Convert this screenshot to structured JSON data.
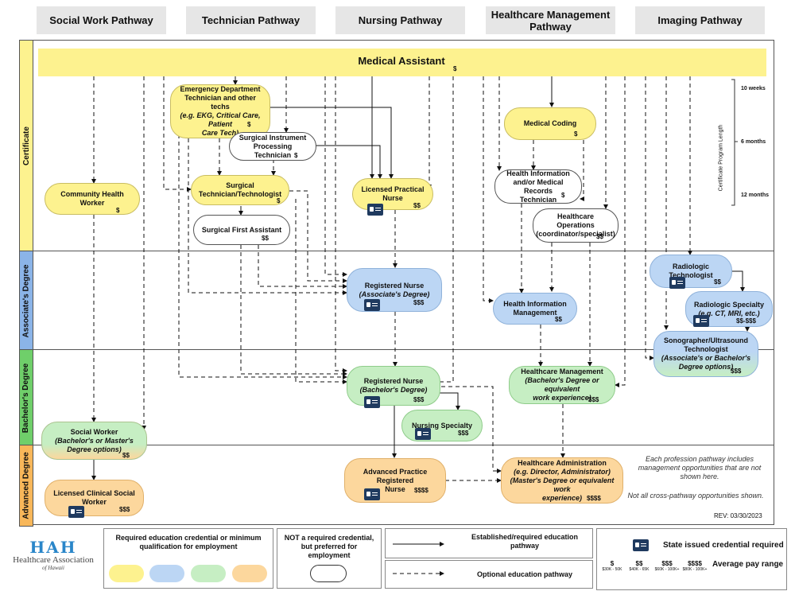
{
  "headers": [
    "Social Work Pathway",
    "Technician Pathway",
    "Nursing Pathway",
    "Healthcare Management Pathway",
    "Imaging Pathway"
  ],
  "rows": [
    "Certificate",
    "Associate's Degree",
    "Bachelor's Degree",
    "Advanced Degree"
  ],
  "top_bar": {
    "title": "Medical Assistant",
    "pay": "$"
  },
  "nodes": {
    "ed_tech": {
      "l1": "Emergency Department",
      "l2": "Technician and other techs",
      "l3": "(e.g. EKG, Critical Care, Patient",
      "l4": "Care Tech)",
      "pay": "$"
    },
    "surg_inst": {
      "l1": "Surgical Instrument",
      "l2": "Processing Technician",
      "pay": "$"
    },
    "surg_tech": {
      "l1": "Surgical",
      "l2": "Technician/Technologist",
      "pay": "$"
    },
    "surg_first": {
      "l1": "Surgical First Assistant",
      "pay": "$$"
    },
    "chw": {
      "l1": "Community Health Worker",
      "pay": "$"
    },
    "lpn": {
      "l1": "Licensed Practical Nurse",
      "pay": "$$"
    },
    "rn_assoc": {
      "l1": "Registered Nurse",
      "l2": "(Associate's Degree)",
      "pay": "$$$"
    },
    "rn_bach": {
      "l1": "Registered Nurse",
      "l2": "(Bachelor's Degree)",
      "pay": "$$$"
    },
    "nurse_spec": {
      "l1": "Nursing Specialty",
      "pay": "$$$"
    },
    "aprn": {
      "l1": "Advanced Practice Registered",
      "l2": "Nurse",
      "pay": "$$$$"
    },
    "med_coding": {
      "l1": "Medical Coding",
      "pay": "$"
    },
    "him_cert": {
      "l1": "Health Information",
      "l2": "and/or Medical Records",
      "l3": "Technician",
      "pay": "$"
    },
    "hc_ops": {
      "l1": "Healthcare Operations",
      "l2": "(coordinator/specialist)",
      "pay": "$$"
    },
    "him_assoc": {
      "l1": "Health Information",
      "l2": "Management",
      "pay": "$$"
    },
    "hc_mgmt": {
      "l1": "Healthcare Management",
      "l2": "(Bachelor's Degree or equivalent",
      "l3": "work experience)",
      "pay": "$$$"
    },
    "hc_admin": {
      "l1": "Healthcare Administration",
      "l2": "(e.g. Director, Administrator)",
      "l3": "(Master's Degree or equivalent work",
      "l4": "experience)",
      "pay": "$$$$"
    },
    "rad_tech": {
      "l1": "Radiologic Technologist",
      "pay": "$$"
    },
    "rad_spec": {
      "l1": "Radiologic Specialty",
      "l2": "(e.g. CT, MRI, etc.)",
      "pay": "$$-$$$"
    },
    "sono": {
      "l1": "Sonographer/Ultrasound",
      "l2": "Technologist",
      "l3": "(Associate's or Bachelor's",
      "l4": "Degree options)",
      "pay": "$$$"
    },
    "social_worker": {
      "l1": "Social Worker",
      "l2": "(Bachelor's or Master's",
      "l3": "Degree options)",
      "pay": "$$"
    },
    "lcsw": {
      "l1": "Licensed Clinical Social",
      "l2": "Worker",
      "pay": "$$$"
    }
  },
  "timeline": {
    "t1": "10 weeks",
    "t2": "6 months",
    "t3": "12 months",
    "label": "Certificate Program Length"
  },
  "notes": {
    "n1": "Each profession pathway includes",
    "n2": "management opportunities that are not",
    "n3": "shown here.",
    "n4": "Not all cross-pathway opportunities shown.",
    "rev": "REV: 03/30/2023"
  },
  "legend": {
    "logo_line1": "Healthcare Association",
    "logo_line2": "of Hawaii",
    "logo_mark": "HAH",
    "required": "Required education credential or minimum qualification for employment",
    "not_required": "NOT a required credential, but preferred for employment",
    "established": "Established/required education pathway",
    "optional": "Optional education pathway",
    "state": "State issued credential required",
    "pay_title": "Average pay range",
    "pay_items": [
      {
        "s": "$",
        "r": "$30K - 50K"
      },
      {
        "s": "$$",
        "r": "$40K - 65K"
      },
      {
        "s": "$$$",
        "r": "$60K - 100K+"
      },
      {
        "s": "$$$$",
        "r": "$80K - 100K+"
      }
    ]
  },
  "colors": {
    "certificate": "#fdf28f",
    "associate": "#bcd6f4",
    "bachelor": "#c6eec3",
    "advanced": "#fcd79d"
  }
}
